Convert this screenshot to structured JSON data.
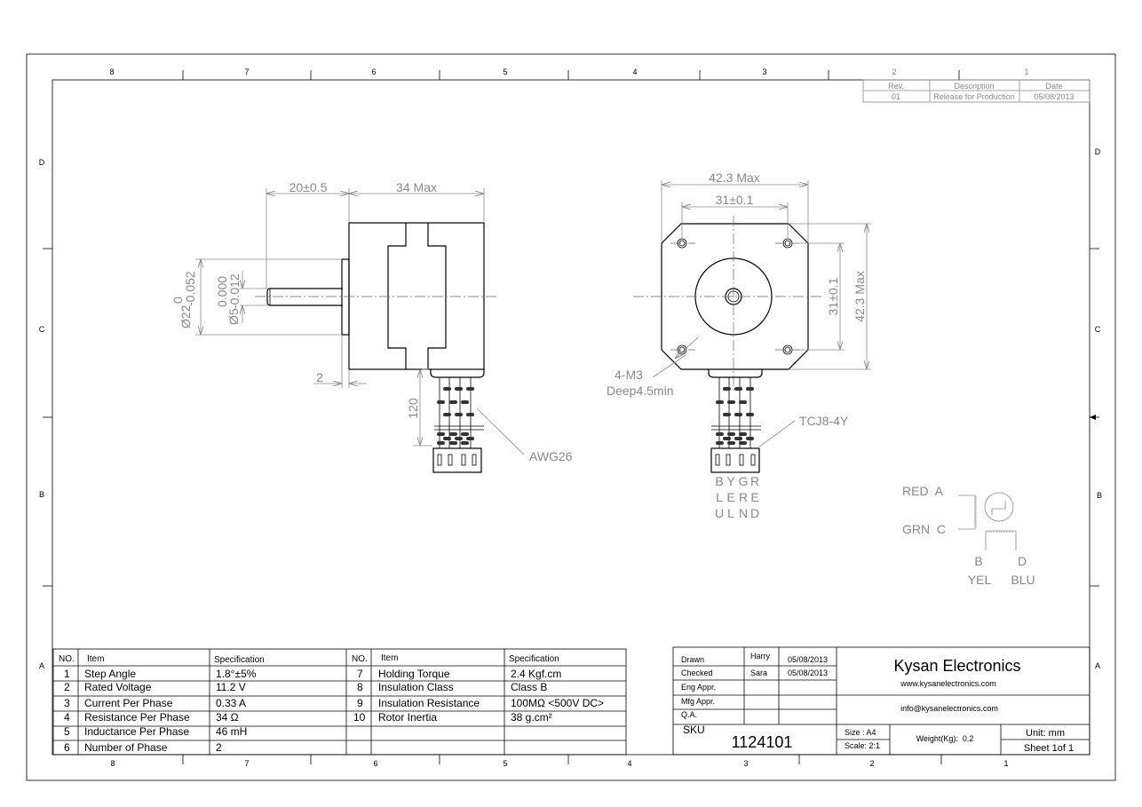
{
  "frame": {
    "columns_top": [
      "8",
      "7",
      "6",
      "5",
      "4",
      "3",
      "2",
      "1"
    ],
    "columns_bottom": [
      "8",
      "7",
      "6",
      "5",
      "4",
      "3",
      "2",
      "1"
    ],
    "rows_left": [
      "D",
      "C",
      "B",
      "A"
    ],
    "rows_right": [
      "D",
      "C",
      "B",
      "A"
    ]
  },
  "revision_table": {
    "headers": [
      "Rev.",
      "Description",
      "Date"
    ],
    "rows": [
      [
        "01",
        "Release for Production",
        "05/08/2013"
      ]
    ]
  },
  "side_view": {
    "dim_shaft_length": "20±0.5",
    "dim_body_length": "34 Max",
    "dim_flange": "2",
    "dim_cable": "120",
    "diameter_22": {
      "base": "Ø22",
      "upper": "0",
      "lower": "-0.052"
    },
    "diameter_5": {
      "base": "Ø5",
      "upper": "0.000",
      "lower": "-0.012"
    },
    "wire_label": "AWG26"
  },
  "front_view": {
    "dim_width_max": "42.3 Max",
    "dim_hole_spacing_h": "31±0.1",
    "dim_hole_spacing_v": "31±0.1",
    "dim_height_max": "42.3 Max",
    "hole_label_1": "4-M3",
    "hole_label_2": "Deep4.5min",
    "connector_label": "TCJ8-4Y",
    "wire_colors": [
      [
        "B",
        "L",
        "U"
      ],
      [
        "Y",
        "E",
        "L"
      ],
      [
        "G",
        "R",
        "N"
      ],
      [
        "R",
        "E",
        "D"
      ]
    ]
  },
  "schematic": {
    "red_a": "RED  A",
    "grn_c": "GRN  C",
    "b": "B",
    "d": "D",
    "yel": "YEL",
    "blu": "BLU"
  },
  "spec_table": {
    "headers": [
      "NO.",
      "Item",
      "Specification",
      "NO.",
      "Item",
      "Specification"
    ],
    "rows": [
      [
        "1",
        "Step Angle",
        "1.8°±5%",
        "7",
        "Holding Torque",
        "2.4 Kgf.cm"
      ],
      [
        "2",
        "Rated Voltage",
        "11.2 V",
        "8",
        "Insulation Class",
        "Class B"
      ],
      [
        "3",
        "Current Per Phase",
        "0.33 A",
        "9",
        "Insulation Resistance",
        "100MΩ <500V DC>"
      ],
      [
        "4",
        "Resistance Per Phase",
        "34 Ω",
        "10",
        "Rotor Inertia",
        "38 g.cm²"
      ],
      [
        "5",
        "Inductance Per Phase",
        "46 mH",
        "",
        "",
        ""
      ],
      [
        "6",
        "Number of Phase",
        "2",
        "",
        "",
        ""
      ]
    ]
  },
  "title_block": {
    "approvals": [
      [
        "Drawn",
        "Harry",
        "05/08/2013"
      ],
      [
        "Checked",
        "Sara",
        "05/08/2013"
      ],
      [
        "Eng Appr.",
        "",
        ""
      ],
      [
        "Mfg Appr.",
        "",
        ""
      ],
      [
        "Q.A.",
        "",
        ""
      ]
    ],
    "company": "Kysan Electronics",
    "website": "www.kysanelectronics.com",
    "email": "info@kysanelectronics.com",
    "sku_label": "SKU",
    "sku": "1124101",
    "size": "Size : A4",
    "scale": "Scale: 2:1",
    "weight": "Weight(Kg):  0.2",
    "unit": "Unit: mm",
    "sheet": "Sheet 1of 1"
  }
}
